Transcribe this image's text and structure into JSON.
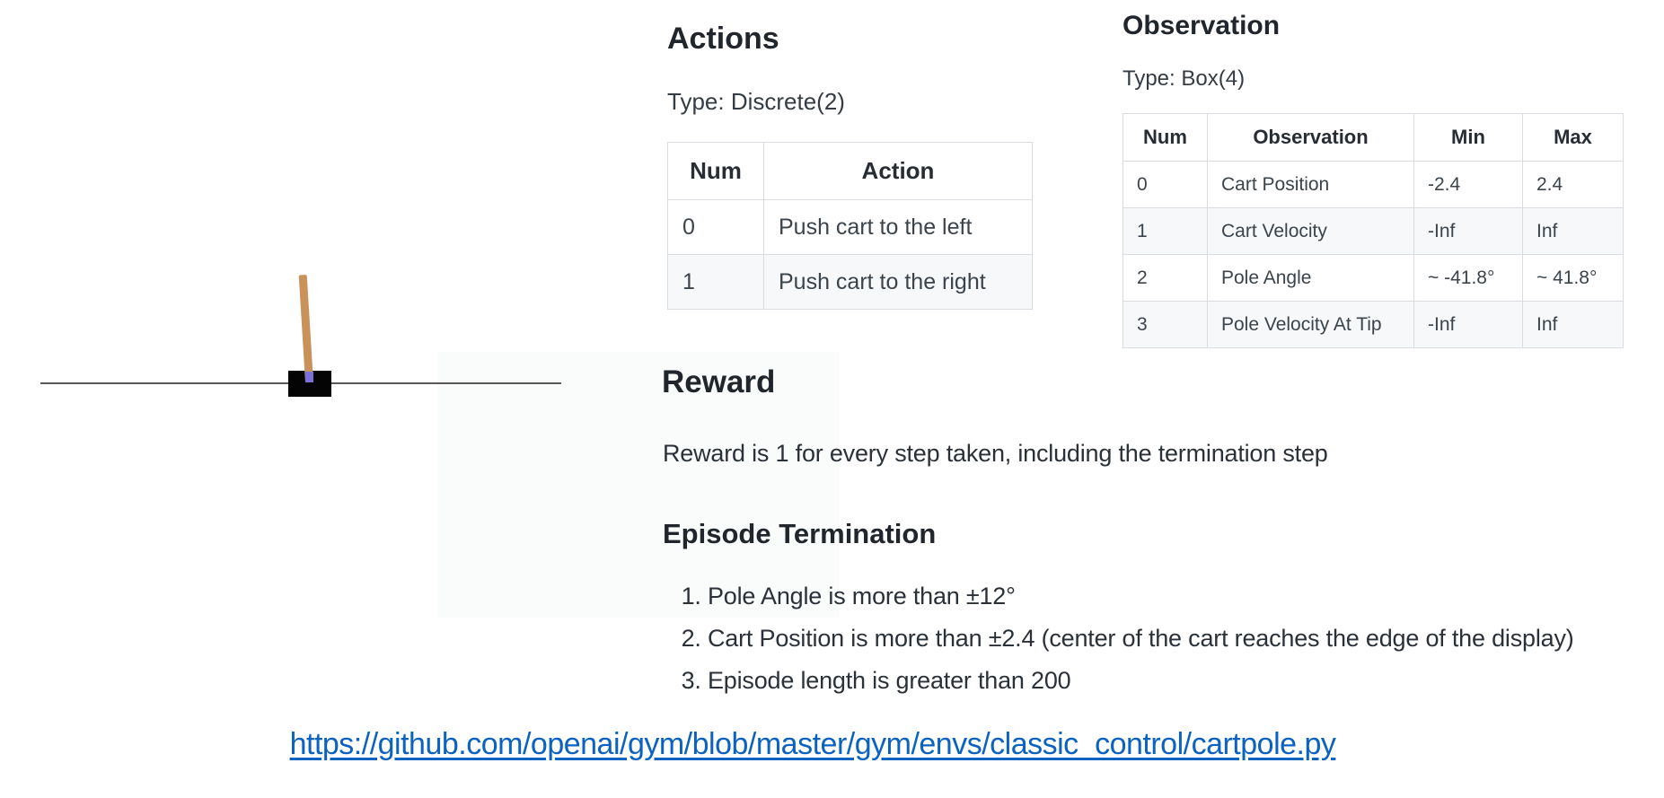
{
  "cartpole": {
    "description": "CartPole environment render: black cart on a gray track with a tan pole on a purple axle"
  },
  "colors": {
    "track": "#58585b",
    "cart": "#040404",
    "pole": "#c9925a",
    "axle": "#7b6fd8",
    "link_blue": "#0b62c1",
    "table_alt_row": "#f6f8fa",
    "table_border": "#d9dde2"
  },
  "actions": {
    "heading": "Actions",
    "type_label": "Type: Discrete(2)",
    "table": {
      "headers": [
        "Num",
        "Action"
      ],
      "rows": [
        [
          "0",
          "Push cart to the left"
        ],
        [
          "1",
          "Push cart to the right"
        ]
      ]
    }
  },
  "observation": {
    "heading": "Observation",
    "type_label": "Type: Box(4)",
    "table": {
      "headers": [
        "Num",
        "Observation",
        "Min",
        "Max"
      ],
      "rows": [
        [
          "0",
          "Cart Position",
          "-2.4",
          "2.4"
        ],
        [
          "1",
          "Cart Velocity",
          "-Inf",
          "Inf"
        ],
        [
          "2",
          "Pole Angle",
          "~ -41.8°",
          "~ 41.8°"
        ],
        [
          "3",
          "Pole Velocity At Tip",
          "-Inf",
          "Inf"
        ]
      ]
    }
  },
  "reward": {
    "heading": "Reward",
    "text": "Reward is 1 for every step taken, including the termination step"
  },
  "episode_termination": {
    "heading": "Episode Termination",
    "items": [
      "Pole Angle is more than ±12°",
      "Cart Position is more than ±2.4 (center of the cart reaches the edge of the display)",
      "Episode length is greater than 200"
    ]
  },
  "footer": {
    "link": "https://github.com/openai/gym/blob/master/gym/envs/classic_control/cartpole.py"
  }
}
